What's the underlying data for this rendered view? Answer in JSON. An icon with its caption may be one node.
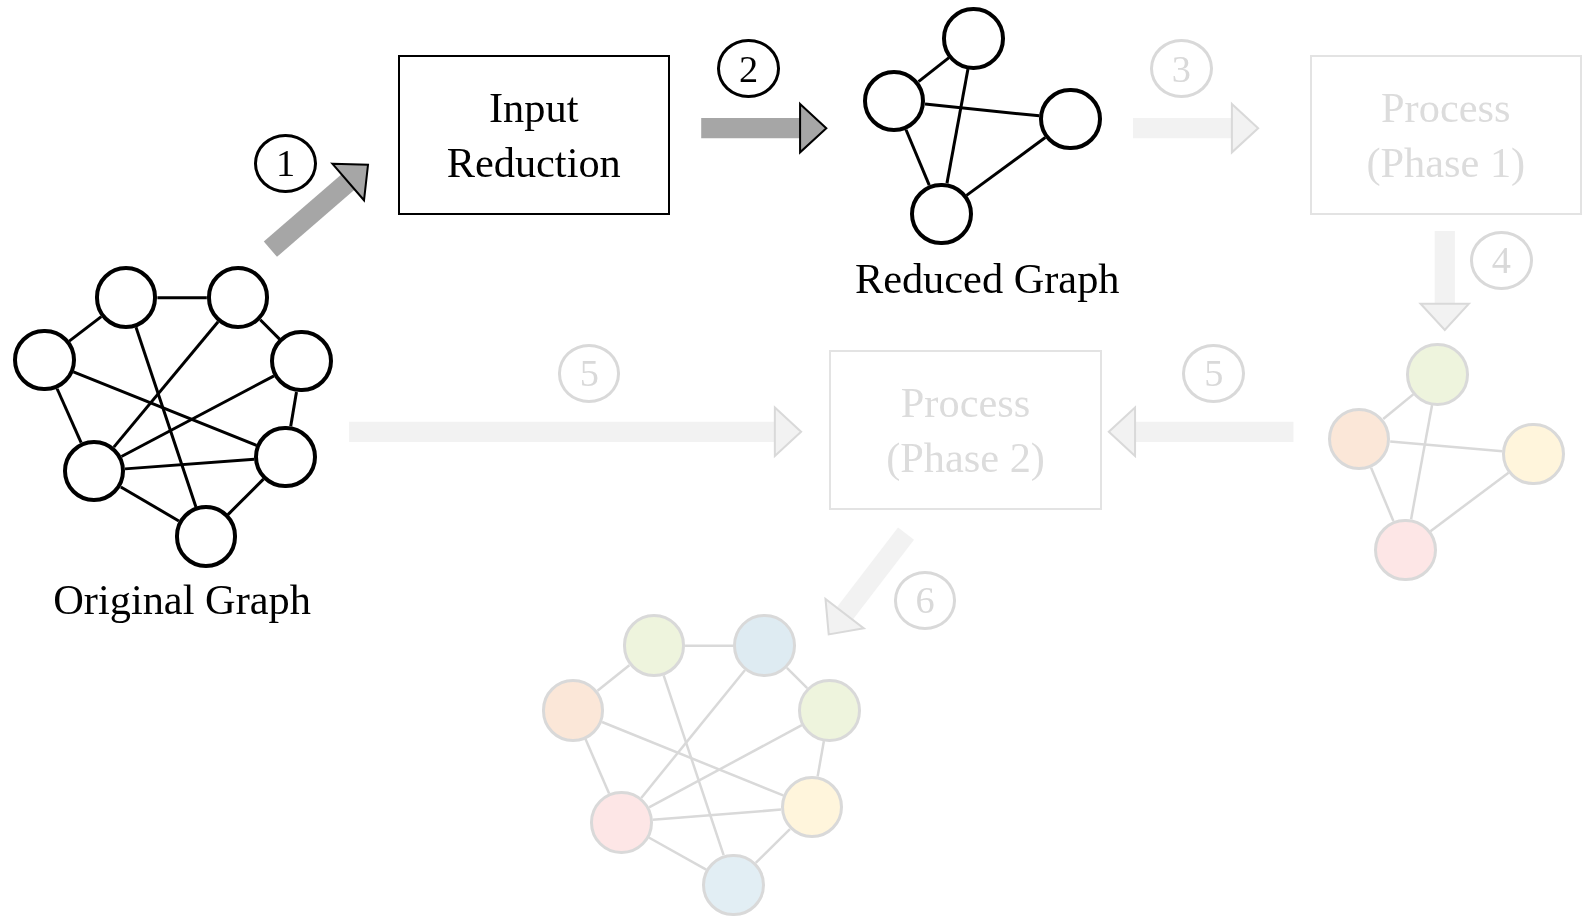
{
  "diagram": {
    "nodes": [
      {
        "text": [
          "Original Graph"
        ]
      },
      {
        "text": [],
        "shape": "circle",
        "in": 0
      },
      {
        "text": [],
        "shape": "circle",
        "in": 0
      },
      {
        "text": [],
        "shape": "circle",
        "in": 0
      },
      {
        "text": [],
        "shape": "circle",
        "in": 0
      },
      {
        "text": [],
        "shape": "circle",
        "in": 0
      },
      {
        "text": [],
        "shape": "circle",
        "in": 0
      },
      {
        "text": [],
        "shape": "circle",
        "in": 0
      },
      {
        "text": [
          "Input Reduction"
        ]
      },
      {
        "text": [
          "Reduced Graph"
        ]
      },
      {
        "text": [],
        "shape": "circle",
        "in": 9
      },
      {
        "text": [],
        "shape": "circle",
        "in": 9
      },
      {
        "text": [],
        "shape": "circle",
        "in": 9
      },
      {
        "text": [],
        "shape": "circle",
        "in": 9
      },
      {
        "text": [
          "Process (Phase 1)"
        ]
      },
      {
        "text": [],
        "shape": "graph"
      },
      {
        "text": [],
        "shape": "circle",
        "in": 15
      },
      {
        "text": [],
        "shape": "circle",
        "in": 15
      },
      {
        "text": [],
        "shape": "circle",
        "in": 15
      },
      {
        "text": [],
        "shape": "circle",
        "in": 15
      },
      {
        "text": [
          "Process (Phase 2)"
        ]
      },
      {
        "text": [],
        "shape": "graph"
      },
      {
        "text": [],
        "shape": "circle",
        "in": 21
      },
      {
        "text": [],
        "shape": "circle",
        "in": 21
      },
      {
        "text": [],
        "shape": "circle",
        "in": 21
      },
      {
        "text": [],
        "shape": "circle",
        "in": 21
      },
      {
        "text": [],
        "shape": "circle",
        "in": 21
      },
      {
        "text": [],
        "shape": "circle",
        "in": 21
      },
      {
        "text": [],
        "shape": "circle",
        "in": 21
      },
      {
        "text": [
          "1"
        ]
      },
      {
        "text": [
          "2"
        ]
      },
      {
        "text": [
          "3"
        ]
      },
      {
        "text": [
          "4"
        ]
      },
      {
        "text": [
          "5"
        ]
      },
      {
        "text": [
          "5"
        ]
      },
      {
        "text": [
          "6"
        ]
      }
    ],
    "edges": [
      {
        "from": 0,
        "to": 8,
        "arrow": "to",
        "style": "thick",
        "color": "#a6a6a6"
      },
      {
        "from": 8,
        "to": 9,
        "arrow": "to",
        "style": "thick",
        "color": "#a6a6a6"
      },
      {
        "from": 9,
        "to": 14,
        "arrow": "to",
        "style": "thick",
        "color": "#f2f2f2"
      },
      {
        "from": 14,
        "to": 15,
        "arrow": "to",
        "style": "thick",
        "color": "#f2f2f2"
      },
      {
        "from": 15,
        "to": 20,
        "arrow": "to",
        "style": "thick",
        "color": "#f2f2f2"
      },
      {
        "from": 0,
        "to": 20,
        "arrow": "to",
        "style": "thick",
        "color": "#f2f2f2"
      },
      {
        "from": 20,
        "to": 21,
        "arrow": "to",
        "style": "thick",
        "color": "#f2f2f2"
      },
      {
        "from": 1,
        "to": 2,
        "arrow": "none"
      },
      {
        "from": 1,
        "to": 3,
        "arrow": "none"
      },
      {
        "from": 2,
        "to": 4,
        "arrow": "none"
      },
      {
        "from": 3,
        "to": 5,
        "arrow": "none"
      },
      {
        "from": 4,
        "to": 6,
        "arrow": "none"
      },
      {
        "from": 5,
        "to": 7,
        "arrow": "none"
      },
      {
        "from": 6,
        "to": 7,
        "arrow": "none"
      },
      {
        "from": 3,
        "to": 6,
        "arrow": "none"
      },
      {
        "from": 1,
        "to": 7,
        "arrow": "none"
      },
      {
        "from": 2,
        "to": 5,
        "arrow": "none"
      },
      {
        "from": 4,
        "to": 5,
        "arrow": "none"
      },
      {
        "from": 5,
        "to": 6,
        "arrow": "none"
      },
      {
        "from": 10,
        "to": 11,
        "arrow": "none"
      },
      {
        "from": 10,
        "to": 13,
        "arrow": "none"
      },
      {
        "from": 11,
        "to": 12,
        "arrow": "none"
      },
      {
        "from": 11,
        "to": 13,
        "arrow": "none"
      },
      {
        "from": 13,
        "to": 12,
        "arrow": "none"
      },
      {
        "from": 16,
        "to": 17,
        "arrow": "none",
        "color": "#d9d9d9"
      },
      {
        "from": 16,
        "to": 19,
        "arrow": "none",
        "color": "#d9d9d9"
      },
      {
        "from": 17,
        "to": 18,
        "arrow": "none",
        "color": "#d9d9d9"
      },
      {
        "from": 17,
        "to": 19,
        "arrow": "none",
        "color": "#d9d9d9"
      },
      {
        "from": 19,
        "to": 18,
        "arrow": "none",
        "color": "#d9d9d9"
      },
      {
        "from": 22,
        "to": 23,
        "arrow": "none",
        "color": "#d9d9d9"
      },
      {
        "from": 22,
        "to": 24,
        "arrow": "none",
        "color": "#d9d9d9"
      },
      {
        "from": 23,
        "to": 25,
        "arrow": "none",
        "color": "#d9d9d9"
      },
      {
        "from": 24,
        "to": 26,
        "arrow": "none",
        "color": "#d9d9d9"
      },
      {
        "from": 25,
        "to": 27,
        "arrow": "none",
        "color": "#d9d9d9"
      },
      {
        "from": 26,
        "to": 28,
        "arrow": "none",
        "color": "#d9d9d9"
      },
      {
        "from": 27,
        "to": 28,
        "arrow": "none",
        "color": "#d9d9d9"
      },
      {
        "from": 24,
        "to": 27,
        "arrow": "none",
        "color": "#d9d9d9"
      },
      {
        "from": 22,
        "to": 28,
        "arrow": "none",
        "color": "#d9d9d9"
      },
      {
        "from": 23,
        "to": 26,
        "arrow": "none",
        "color": "#d9d9d9"
      },
      {
        "from": 25,
        "to": 26,
        "arrow": "none",
        "color": "#d9d9d9"
      },
      {
        "from": 26,
        "to": 27,
        "arrow": "none",
        "color": "#d9d9d9"
      }
    ]
  }
}
